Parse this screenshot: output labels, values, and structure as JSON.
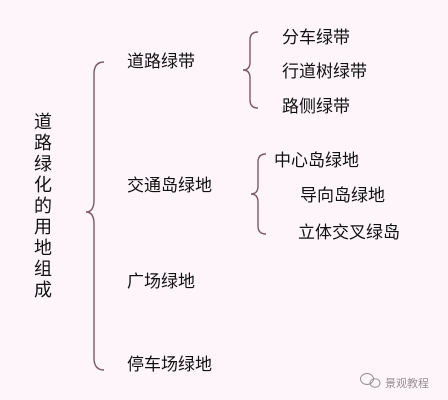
{
  "root": "道路绿化的用地组成",
  "categories": [
    {
      "label": "道路绿带",
      "children": [
        "分车绿带",
        "行道树绿带",
        "路侧绿带"
      ]
    },
    {
      "label": "交通岛绿地",
      "children": [
        "中心岛绿地",
        "导向岛绿地",
        "立体交叉绿岛"
      ]
    },
    {
      "label": "广场绿地",
      "children": []
    },
    {
      "label": "停车场绿地",
      "children": []
    }
  ],
  "watermark": "景观教程",
  "colors": {
    "background": "#fdf5f9",
    "bracket": "#7a5a68",
    "text": "#111111"
  }
}
